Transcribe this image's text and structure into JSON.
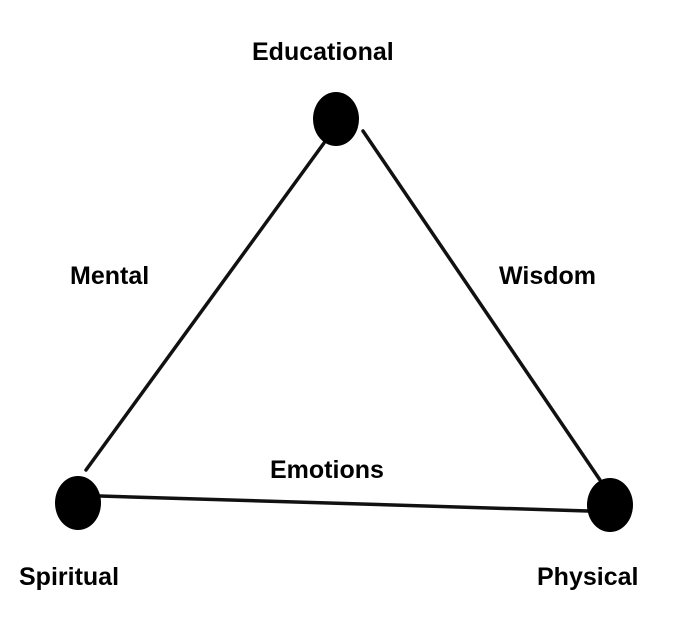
{
  "diagram": {
    "nodes": [
      {
        "id": "top",
        "label": "Educational"
      },
      {
        "id": "left",
        "label": "Spiritual"
      },
      {
        "id": "right",
        "label": "Physical"
      }
    ],
    "edges": [
      {
        "from": "top",
        "to": "left",
        "label": "Mental"
      },
      {
        "from": "top",
        "to": "right",
        "label": "Wisdom"
      },
      {
        "from": "left",
        "to": "right",
        "label": "Emotions"
      }
    ],
    "colors": {
      "ink": "#000000",
      "background": "#ffffff"
    }
  }
}
